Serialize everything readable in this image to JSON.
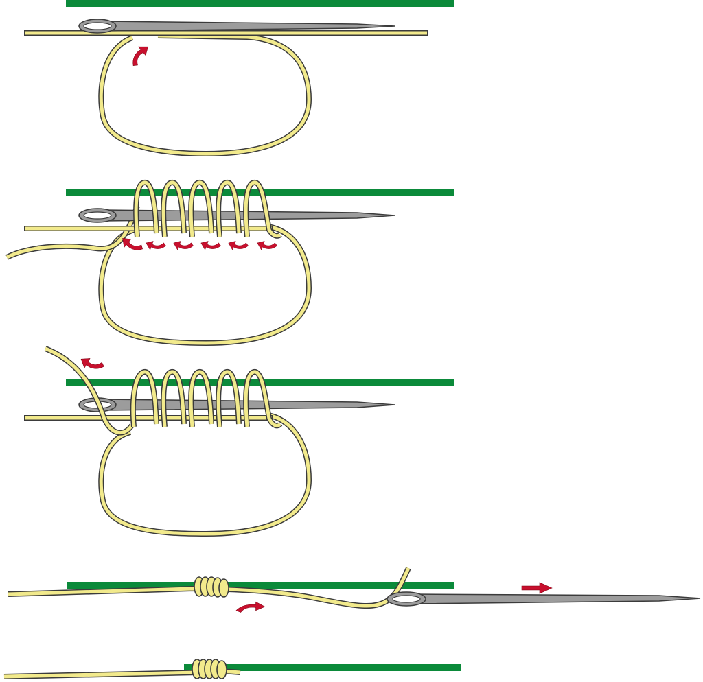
{
  "diagram": {
    "type": "knot-tying-steps",
    "steps": [
      {
        "step": 1,
        "wraps": 0
      },
      {
        "step": 2,
        "wraps": 5
      },
      {
        "step": 3,
        "wraps": 5
      },
      {
        "step": 4,
        "wraps": 5
      },
      {
        "step": 5,
        "wraps": 5
      }
    ],
    "colors": {
      "rod": "#0b8a3a",
      "line_fill": "#f2ea8c",
      "line_outline": "#3b3b3b",
      "needle_fill": "#9c9c9c",
      "needle_outline": "#3b3b3b",
      "arrow": "#c8102e"
    },
    "icons": [
      "needle-icon",
      "direction-arrow-icon"
    ]
  }
}
